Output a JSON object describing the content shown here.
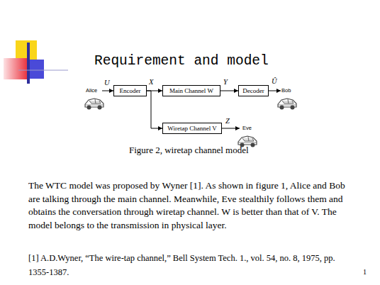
{
  "diagram": {
    "title": "Requirement and model",
    "caption": "Figure 2, wiretap channel model",
    "nodes": [
      {
        "text": [
          "Encoder"
        ]
      },
      {
        "text": [
          "Main Channel W"
        ]
      },
      {
        "text": [
          "Decoder"
        ]
      },
      {
        "text": [
          "Wiretap Channel V"
        ]
      }
    ],
    "edges": [
      {
        "from": 0,
        "to": 1,
        "arrow": "to",
        "label": "X"
      },
      {
        "from": 1,
        "to": 2,
        "arrow": "to",
        "label": "Y"
      },
      {
        "from": 0,
        "to": 3,
        "arrow": "to"
      }
    ],
    "labels": [
      "Alice",
      "U",
      "Û",
      "Bob",
      "Z",
      "Eve",
      "The WTC model was proposed by Wyner [1]. As shown in figure 1, Alice and Bob are talking through the main channel. Meanwhile, Eve stealthily follows them and obtains the conversation through wiretap channel. W is better than that of V. The model belongs to the transmission in physical layer.",
      "[1] A.D.Wyner, “The wire-tap channel,” Bell System Tech. 1., vol. 54, no. 8, 1975, pp. 1355-1387.",
      "1"
    ]
  }
}
